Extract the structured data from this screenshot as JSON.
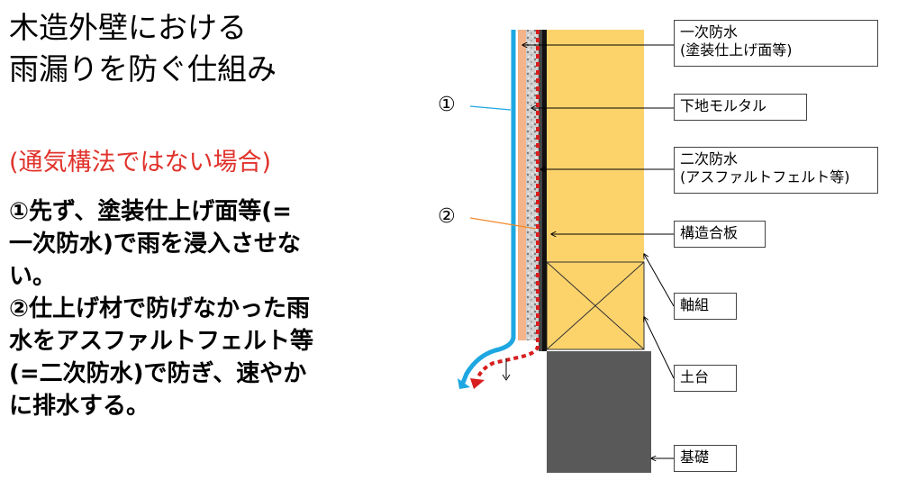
{
  "title": [
    "木造外壁における",
    "雨漏りを防ぐ仕組み"
  ],
  "subtitle": "(通気構法ではない場合)",
  "body_lines": [
    "①先ず、塗装仕上げ面等(=",
    "一次防水)で雨を浸入させな",
    "い。",
    "②仕上げ材で防げなかった雨",
    "水をアスファルトフェルト等",
    "(=二次防水)で防ぎ、速やか",
    "に排水する。"
  ],
  "markers": {
    "one": "①",
    "two": "②"
  },
  "labels": {
    "primary_waterproofing": {
      "line1": "一次防水",
      "line2": "(塗装仕上げ面等)"
    },
    "base_mortar": "下地モルタル",
    "secondary_waterproofing": {
      "line1": "二次防水",
      "line2": "(アスファルトフェルト等)"
    },
    "structural_plywood": "構造合板",
    "framing": "軸組",
    "sill": "土台",
    "foundation": "基礎"
  },
  "colors": {
    "primary_water_flow": "#1ea7e1",
    "secondary_water_flow": "#d81e1e",
    "framing": "#fcd36b",
    "finish_coat": "#f3b48a",
    "foundation": "#595959",
    "subtitle": "#e0322b"
  }
}
